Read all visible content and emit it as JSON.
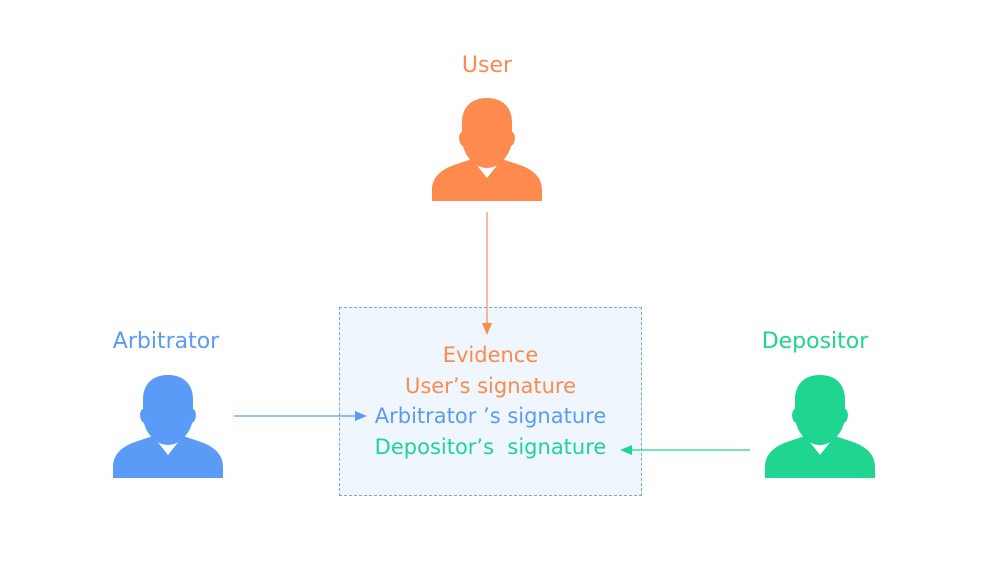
{
  "nodes": {
    "user": {
      "label": "User",
      "color": "#fe8a4e",
      "icon": "person-icon"
    },
    "arbitrator": {
      "label": "Arbitrator",
      "color": "#5a9bf8",
      "icon": "person-icon"
    },
    "depositor": {
      "label": "Depositor",
      "color": "#1ed68f",
      "icon": "person-icon"
    }
  },
  "evidence_box": {
    "lines": [
      {
        "text": "Evidence",
        "color": "#fe8a4e"
      },
      {
        "text": "User’s signature",
        "color": "#fe8a4e"
      },
      {
        "text": "Arbitrator ’s signature",
        "color": "#5a9bf8"
      },
      {
        "text": "Depositor’s  signature",
        "color": "#1ed68f"
      }
    ]
  },
  "edges": [
    {
      "from": "user",
      "to": "evidence_box",
      "color": "#fe8a4e"
    },
    {
      "from": "arbitrator",
      "to": "evidence_box",
      "color": "#5a9bf8"
    },
    {
      "from": "depositor",
      "to": "evidence_box",
      "color": "#1ed68f"
    }
  ]
}
